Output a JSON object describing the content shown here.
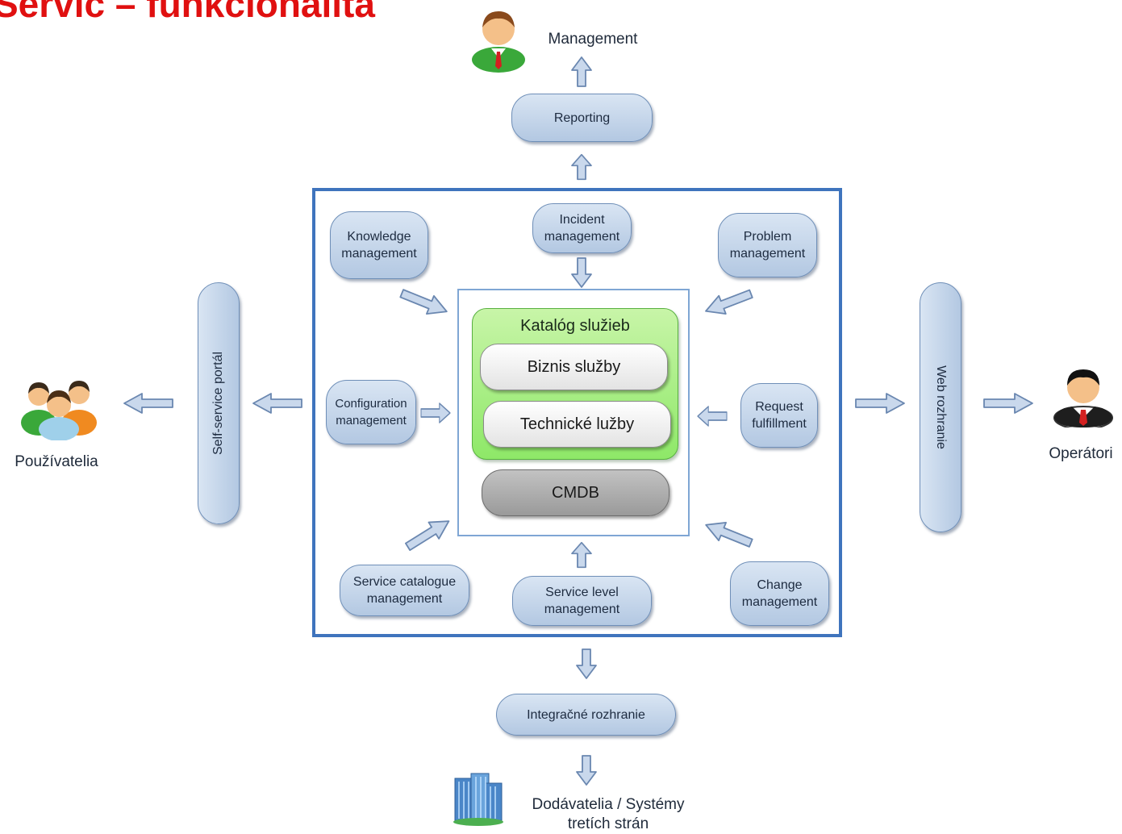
{
  "title": "Servic – funkcionalita",
  "management_label": "Management",
  "reporting": "Reporting",
  "integration": "Integračné rozhranie",
  "suppliers_line1": "Dodávatelia / Systémy",
  "suppliers_line2": "tretích strán",
  "users_label": "Používatelia",
  "operators_label": "Operátori",
  "self_service": "Self-service portál",
  "web_interface": "Web rozhranie",
  "modules": {
    "knowledge_1": "Knowledge",
    "knowledge_2": "management",
    "incident_1": "Incident",
    "incident_2": "management",
    "problem_1": "Problem",
    "problem_2": "management",
    "configuration_1": "Configuration",
    "configuration_2": "management",
    "request_1": "Request",
    "request_2": "fulfillment",
    "service_catalogue_1": "Service catalogue",
    "service_catalogue_2": "management",
    "service_level_1": "Service level",
    "service_level_2": "management",
    "change_1": "Change",
    "change_2": "management"
  },
  "catalog": {
    "title": "Katalóg služieb",
    "business": "Biznis služby",
    "technical": "Technické lužby"
  },
  "cmdb": "CMDB",
  "colors": {
    "title": "#e01010",
    "frame": "#3f74bd",
    "node_fill": "#c6d7ec",
    "catalog_green": "#8ee868",
    "cmdb_gray": "#a8a8a8"
  },
  "icons": [
    "manager-icon",
    "users-group-icon",
    "operator-icon",
    "buildings-icon"
  ]
}
